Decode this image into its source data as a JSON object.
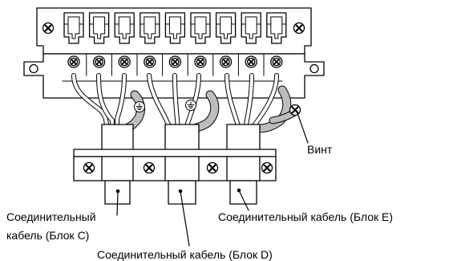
{
  "labels": {
    "screw": "Винт",
    "cable_c_line1": "Соединительный",
    "cable_c_line2": "кабель (Блок C)",
    "cable_d": "Соединительный кабель (Блок D)",
    "cable_e": "Соединительный кабель (Блок E)"
  },
  "terminal_block": {
    "terminal_count": 9
  },
  "colors": {
    "line": "#000000",
    "fill": "#ffffff",
    "shade": "#bdbdbd"
  }
}
